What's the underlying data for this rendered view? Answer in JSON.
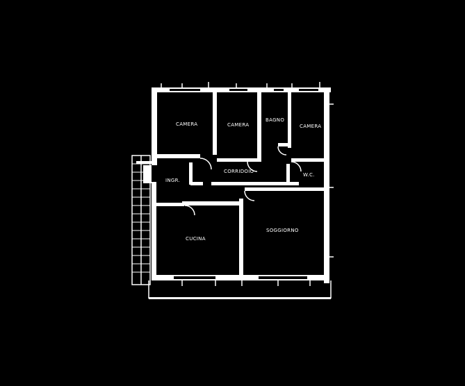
{
  "colors": {
    "background": "#000000",
    "linework": "#ffffff"
  },
  "rooms": {
    "camera_left": "CAMERA",
    "camera_center": "CAMERA",
    "bagno": "BAGNO",
    "camera_right": "CAMERA",
    "corridoio": "CORRIDOIO",
    "ingr": "INGR.",
    "wc": "W.C.",
    "cucina": "CUCINA",
    "soggiorno": "SOGGIORNO"
  }
}
